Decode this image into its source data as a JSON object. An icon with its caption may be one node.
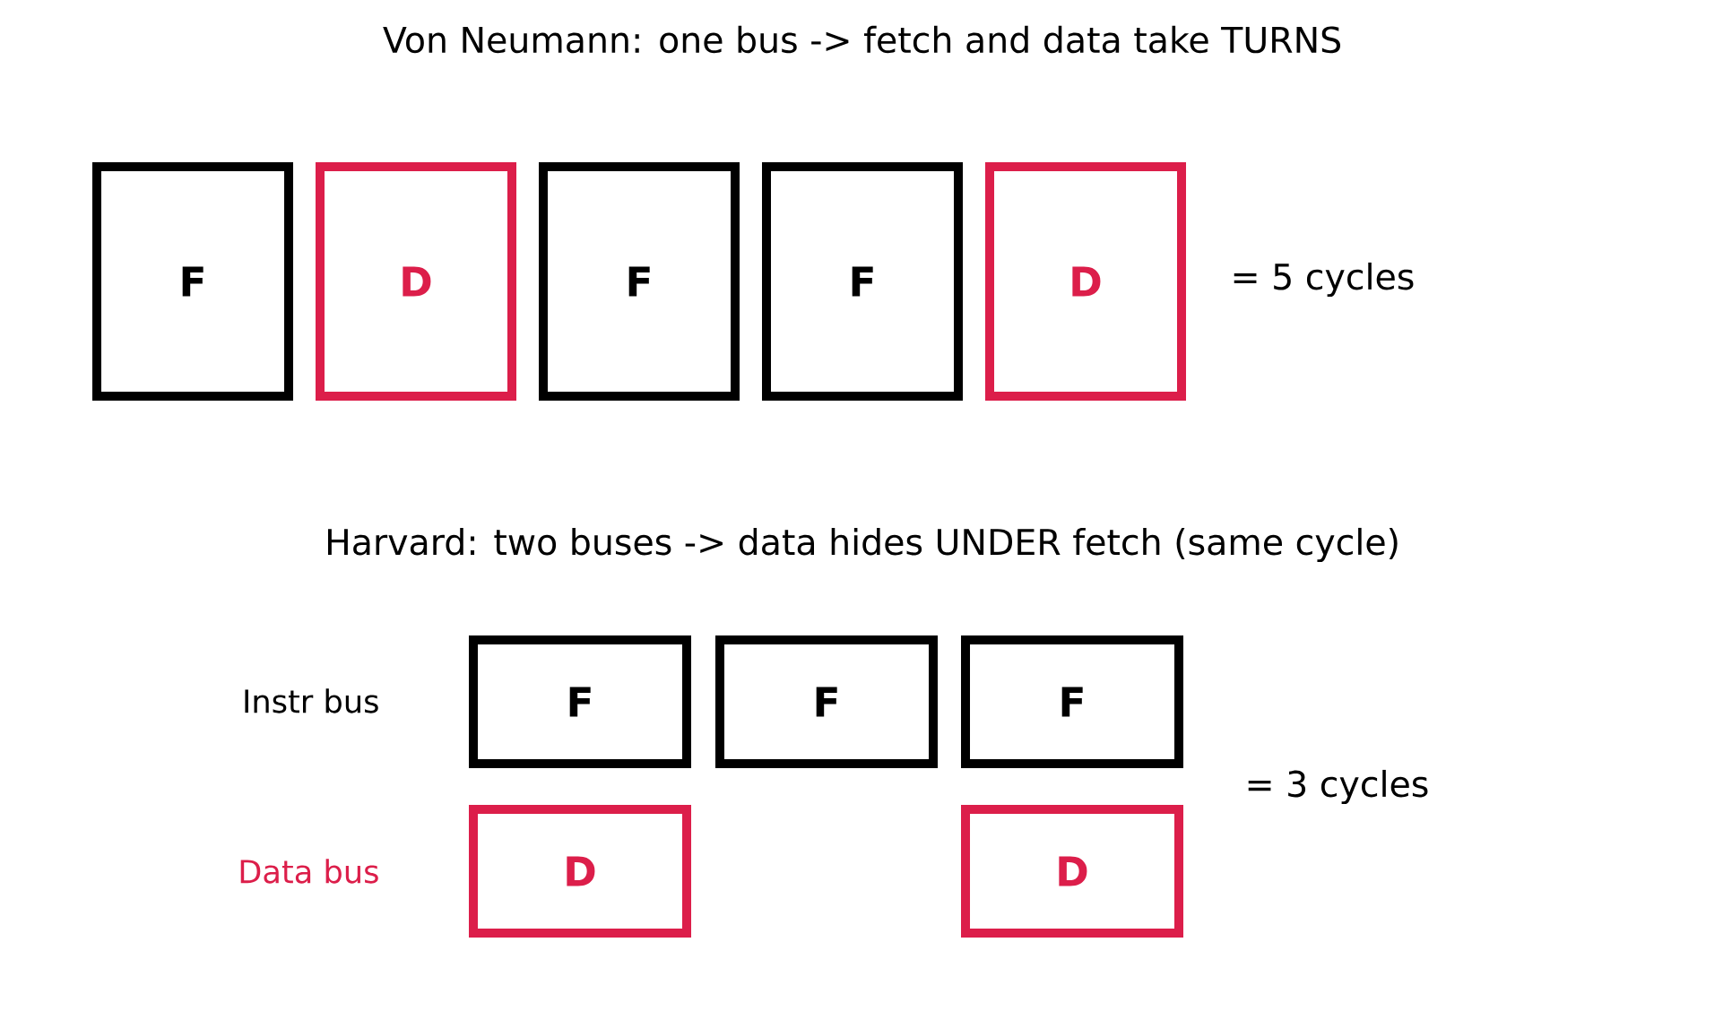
{
  "diagram": {
    "nodes": [
      {
        "text": [
          "F"
        ]
      },
      {
        "text": [
          "D"
        ]
      },
      {
        "text": [
          "F"
        ]
      },
      {
        "text": [
          "F"
        ]
      },
      {
        "text": [
          "D"
        ]
      },
      {
        "text": [
          "F"
        ]
      },
      {
        "text": [
          "F"
        ]
      },
      {
        "text": [
          "F"
        ]
      },
      {
        "text": [
          "D"
        ]
      },
      {
        "text": [
          "D"
        ]
      }
    ],
    "labels": [
      "Von Neumann: one bus -> fetch and data take TURNS",
      "= 5 cycles",
      "Harvard: two buses -> data hides UNDER fetch (same cycle)",
      "Instr bus",
      "= 3 cycles",
      "Data bus"
    ]
  }
}
